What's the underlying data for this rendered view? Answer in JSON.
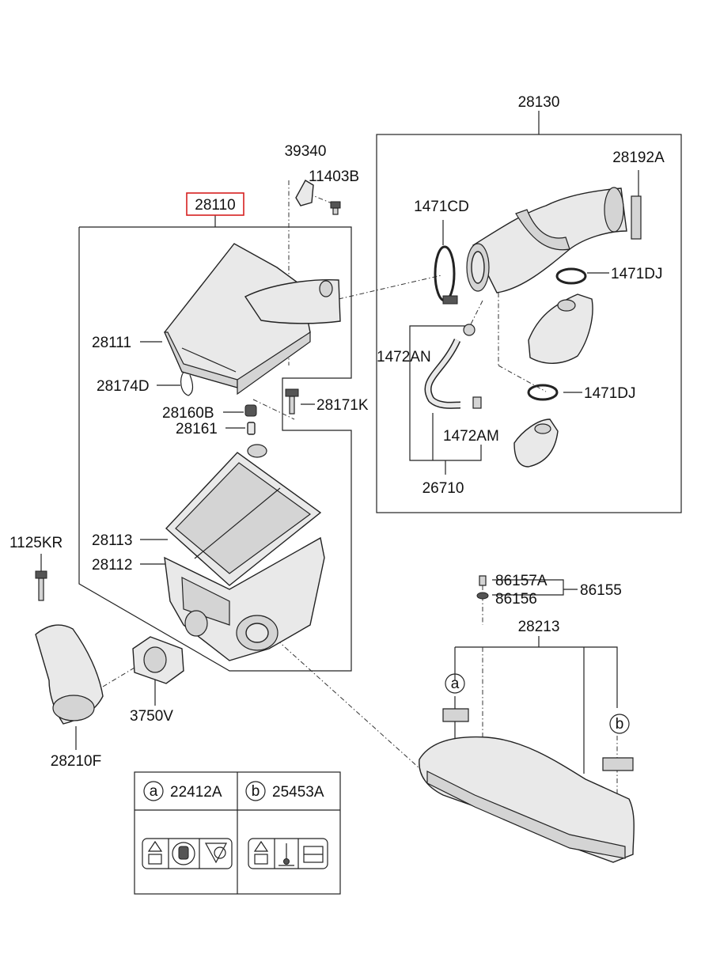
{
  "labels": {
    "p28130": "28130",
    "p28192A": "28192A",
    "p1471CD": "1471CD",
    "p1471DJ_top": "1471DJ",
    "p1471DJ_bottom": "1471DJ",
    "p1472AN": "1472AN",
    "p1472AM": "1472AM",
    "p26710": "26710",
    "p39340": "39340",
    "p11403B": "11403B",
    "p28110": "28110",
    "p28111": "28111",
    "p28174D": "28174D",
    "p28160B": "28160B",
    "p28171K": "28171K",
    "p28161": "28161",
    "p28113": "28113",
    "p28112": "28112",
    "p1125KR": "1125KR",
    "p3750V": "3750V",
    "p28210F": "28210F",
    "p86157A": "86157A",
    "p86156": "86156",
    "p86155": "86155",
    "p28213": "28213"
  },
  "callouts": {
    "a": "a",
    "b": "b"
  },
  "legend": {
    "a_letter": "a",
    "a_part": "22412A",
    "b_letter": "b",
    "b_part": "25453A"
  },
  "colors": {
    "highlight": "#d62020"
  },
  "icons": {
    "warning_book": "warning-manual-icon",
    "no_hand": "no-hand-icon",
    "fan_hazard": "fan-hazard-icon",
    "coolant_temp": "coolant-temp-icon",
    "reservoir": "reservoir-icon"
  }
}
